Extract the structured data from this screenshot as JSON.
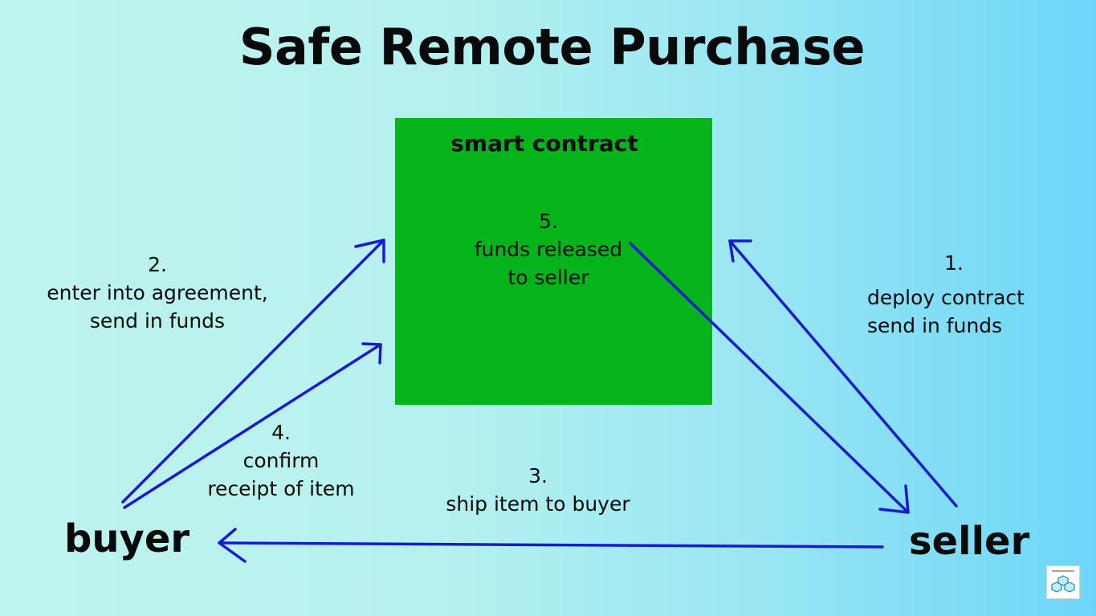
{
  "title": "Safe Remote Purchase",
  "contract": {
    "label": "smart contract",
    "step5_num": "5.",
    "step5_line1": "funds released",
    "step5_line2": "to seller"
  },
  "steps": {
    "step1": {
      "num": "1.",
      "line1": "deploy contract",
      "line2": "send in funds"
    },
    "step2": {
      "num": "2.",
      "line1": "enter into agreement,",
      "line2": "send in funds"
    },
    "step3": {
      "num": "3.",
      "line1": "ship item to buyer"
    },
    "step4": {
      "num": "4.",
      "line1": "confirm",
      "line2": "receipt of item"
    }
  },
  "parties": {
    "buyer": "buyer",
    "seller": "seller"
  },
  "colors": {
    "box": "#04b41a",
    "arrow": "#1a1ad0",
    "background_left": "#bff3ee",
    "background_right": "#6dd6f8"
  },
  "icons": {
    "logo": "cube-network-logo-icon"
  }
}
